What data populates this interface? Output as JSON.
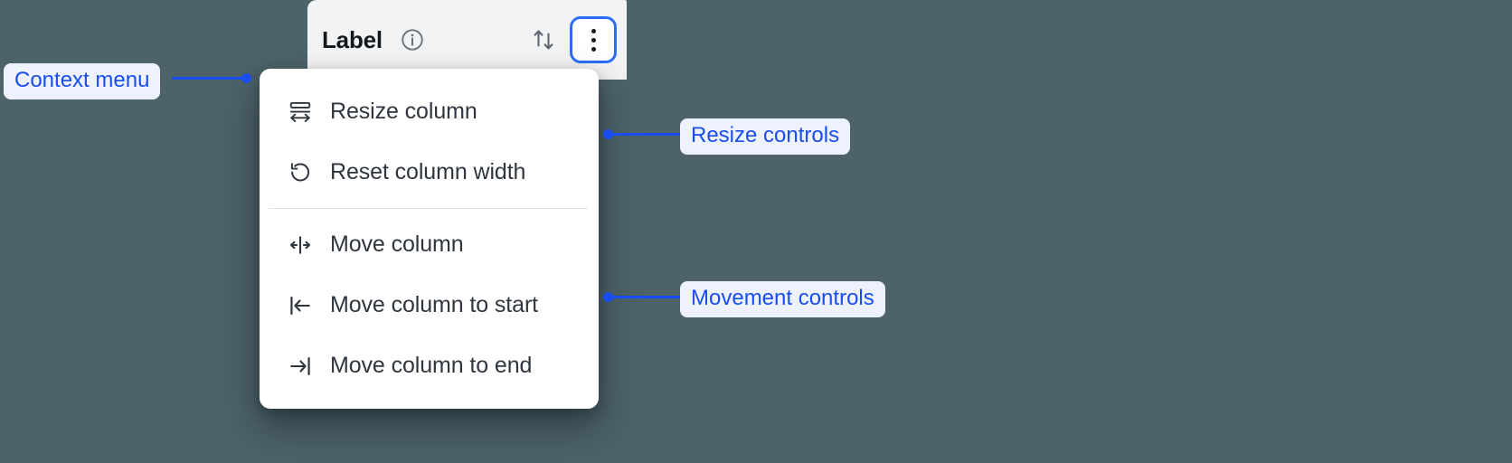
{
  "background_color": "#4d6269",
  "accent_color": "#1a4df0",
  "column_header": {
    "title": "Label",
    "info_icon": "info-circle-icon",
    "sort_icon": "sort-arrows-icon",
    "menu_icon": "kebab-menu-icon",
    "menu_button_focused": true,
    "focus_ring_color": "#2d6cf6",
    "background_color": "#f1f3f4"
  },
  "context_menu": {
    "groups": [
      {
        "name": "resize-controls",
        "items": [
          {
            "icon": "resize-column-icon",
            "label": "Resize column"
          },
          {
            "icon": "reset-width-icon",
            "label": "Reset column width"
          }
        ]
      },
      {
        "name": "movement-controls",
        "items": [
          {
            "icon": "move-column-icon",
            "label": "Move column"
          },
          {
            "icon": "move-to-start-icon",
            "label": "Move column to start"
          },
          {
            "icon": "move-to-end-icon",
            "label": "Move column to end"
          }
        ]
      }
    ]
  },
  "annotations": [
    {
      "name": "context-menu",
      "label": "Context menu"
    },
    {
      "name": "resize-controls",
      "label": "Resize controls"
    },
    {
      "name": "movement-controls",
      "label": "Movement controls"
    }
  ]
}
